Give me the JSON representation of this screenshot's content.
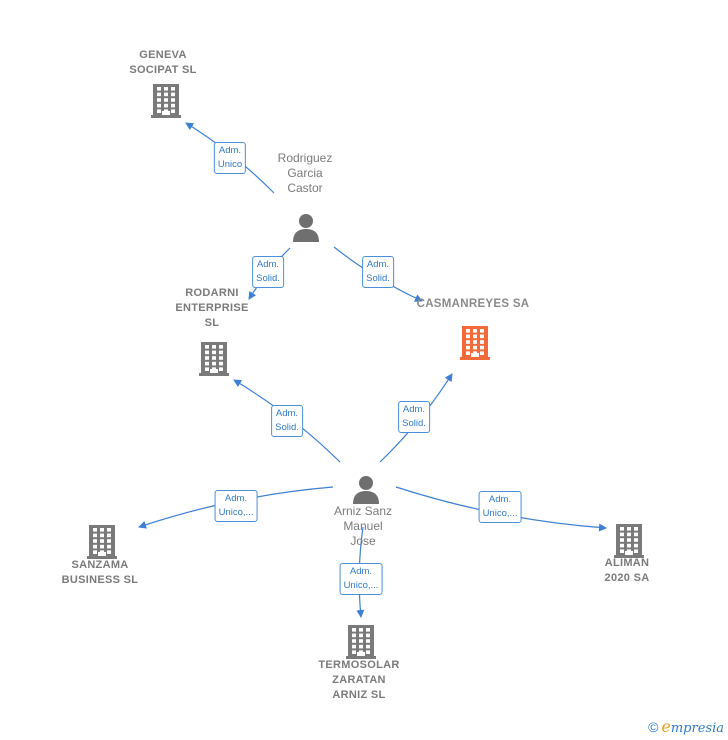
{
  "colors": {
    "edge": "#3c7fd6",
    "company": "#7a7a7a",
    "focus_company": "#f26a3a",
    "person": "#6f6f6f"
  },
  "nodes": [
    {
      "id": "geneva",
      "kind": "company",
      "label": "GENEVA\nSOCIPAT  SL",
      "icon": "building-icon"
    },
    {
      "id": "rodriguez",
      "kind": "person",
      "label": "Rodriguez\nGarcia\nCastor",
      "icon": "person-icon"
    },
    {
      "id": "rodarni",
      "kind": "company",
      "label": "RODARNI\nENTERPRISE\nSL",
      "icon": "building-icon"
    },
    {
      "id": "casmanreyes",
      "kind": "focus",
      "label": "CASMANREYES SA",
      "icon": "building-icon"
    },
    {
      "id": "arniz",
      "kind": "person",
      "label": "Arniz Sanz\nManuel\nJose",
      "icon": "person-icon"
    },
    {
      "id": "sanzama",
      "kind": "company",
      "label": "SANZAMA\nBUSINESS  SL",
      "icon": "building-icon"
    },
    {
      "id": "aliman",
      "kind": "company",
      "label": "ALIMAN\n2020 SA",
      "icon": "building-icon"
    },
    {
      "id": "termosolar",
      "kind": "company",
      "label": "TERMOSOLAR\nZARATAN\nARNIZ SL",
      "icon": "building-icon"
    }
  ],
  "edges": [
    {
      "from": "rodriguez",
      "to": "geneva",
      "label": "Adm.\nUnico"
    },
    {
      "from": "rodriguez",
      "to": "rodarni",
      "label": "Adm.\nSolid."
    },
    {
      "from": "rodriguez",
      "to": "casmanreyes",
      "label": "Adm.\nSolid."
    },
    {
      "from": "arniz",
      "to": "rodarni",
      "label": "Adm.\nSolid."
    },
    {
      "from": "arniz",
      "to": "casmanreyes",
      "label": "Adm.\nSolid."
    },
    {
      "from": "arniz",
      "to": "sanzama",
      "label": "Adm.\nUnico,..."
    },
    {
      "from": "arniz",
      "to": "aliman",
      "label": "Adm.\nUnico,..."
    },
    {
      "from": "arniz",
      "to": "termosolar",
      "label": "Adm.\nUnico,..."
    }
  ],
  "footer": {
    "copyright": "©",
    "brand_initial": "e",
    "brand_rest": "mpresia"
  }
}
